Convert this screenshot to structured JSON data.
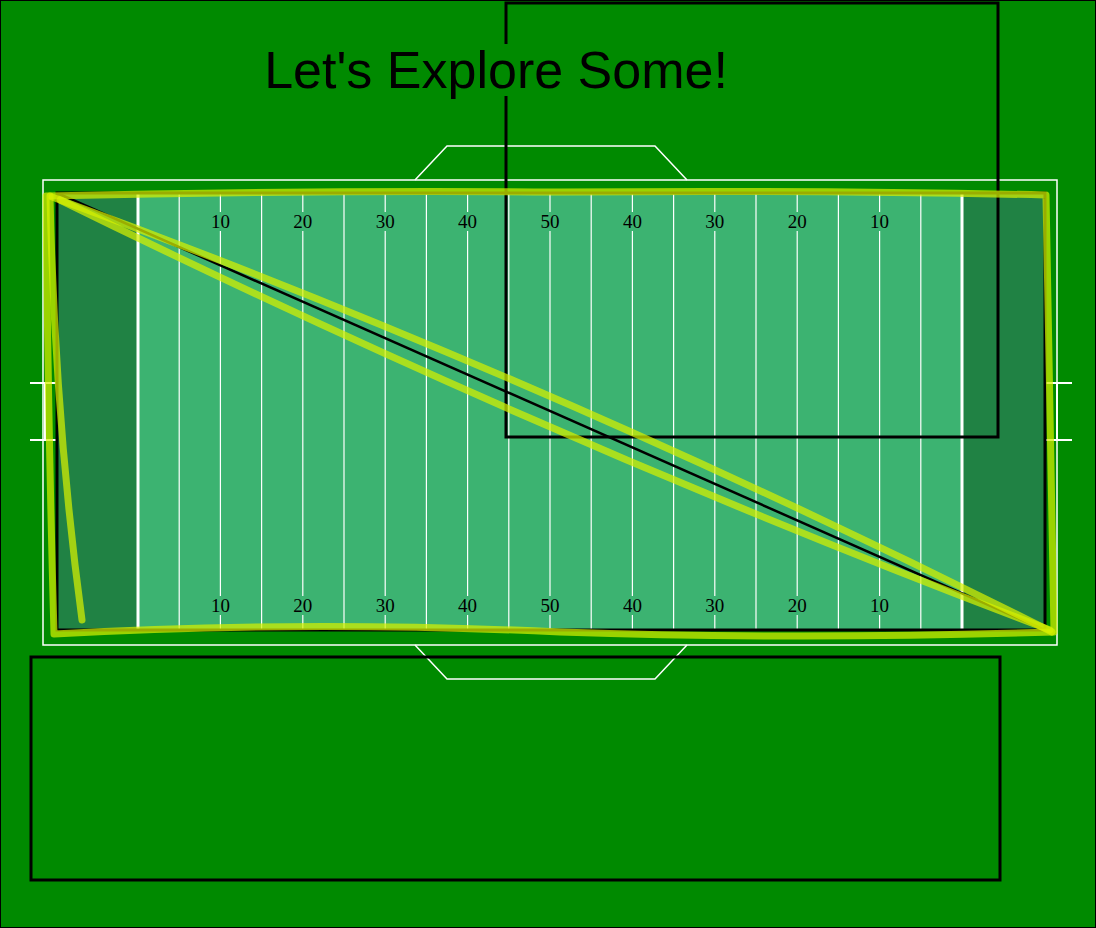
{
  "diagram": {
    "title": "Let's Explore Some!",
    "labels": [
      "10",
      "20",
      "30",
      "40",
      "50",
      "40",
      "30",
      "20",
      "10",
      "10",
      "20",
      "30",
      "40",
      "50",
      "40",
      "30",
      "20",
      "10"
    ]
  }
}
